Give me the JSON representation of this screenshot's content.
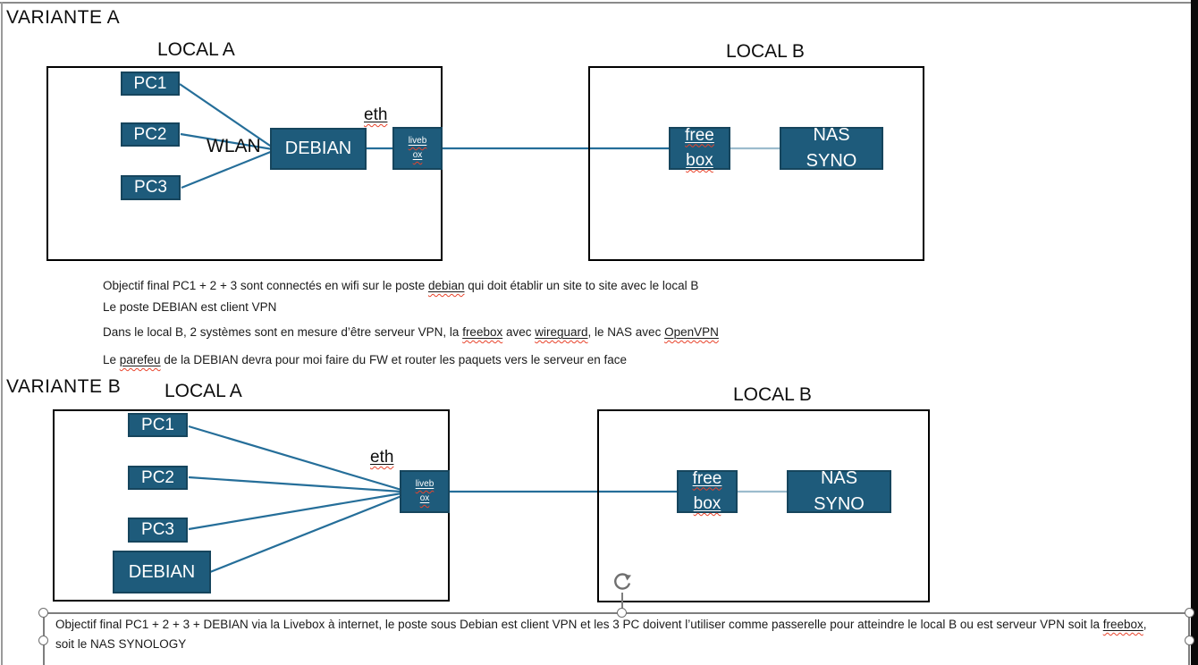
{
  "colors": {
    "node_fill": "#1E5B7B",
    "node_border": "#16455D",
    "connector": "#256E99",
    "connector_light": "#9cbccd",
    "squiggle": "#e8442c",
    "selection": "#7e7e7e"
  },
  "variant_a": {
    "title": "VARIANTE A",
    "local_a": {
      "label": "LOCAL A",
      "pc1": "PC1",
      "pc2": "PC2",
      "pc3": "PC3",
      "debian": "DEBIAN",
      "wlan_label": "WLAN",
      "eth_label": [
        {
          "t": "eth",
          "m": true
        }
      ],
      "livebox_line1": [
        {
          "t": "liveb",
          "m": true
        }
      ],
      "livebox_line2": [
        {
          "t": "ox",
          "m": true
        }
      ]
    },
    "local_b": {
      "label": "LOCAL B",
      "freebox_line1": [
        {
          "t": "free",
          "m": true
        }
      ],
      "freebox_line2": [
        {
          "t": "box",
          "m": true
        }
      ],
      "nas_line1": "NAS",
      "nas_line2": "SYNO"
    }
  },
  "notes": {
    "line1": [
      {
        "t": "Objectif final PC1 + 2 + 3 sont connectés en wifi sur le poste "
      },
      {
        "t": "debian",
        "m": true
      },
      {
        "t": " qui doit établir un site to site avec le local B"
      }
    ],
    "line2": "Le poste DEBIAN est client VPN",
    "line3": [
      {
        "t": "Dans le local B, 2 systèmes sont en mesure d’être serveur VPN, la "
      },
      {
        "t": "freebox",
        "m": true
      },
      {
        "t": " avec "
      },
      {
        "t": "wireguard",
        "m": true
      },
      {
        "t": ", le NAS avec "
      },
      {
        "t": "OpenVPN",
        "m": true
      }
    ],
    "line4": [
      {
        "t": "Le "
      },
      {
        "t": "parefeu",
        "m": true
      },
      {
        "t": " de la DEBIAN devra pour moi faire du FW et router les paquets vers le serveur en face"
      }
    ]
  },
  "variant_b": {
    "title": "VARIANTE B",
    "local_a": {
      "label": "LOCAL A",
      "pc1": "PC1",
      "pc2": "PC2",
      "pc3": "PC3",
      "debian": "DEBIAN",
      "eth_label": [
        {
          "t": "eth",
          "m": true
        }
      ],
      "livebox_line1": [
        {
          "t": "liveb",
          "m": true
        }
      ],
      "livebox_line2": [
        {
          "t": "ox",
          "m": true
        }
      ]
    },
    "local_b": {
      "label": "LOCAL B",
      "freebox_line1": [
        {
          "t": "free",
          "m": true
        }
      ],
      "freebox_line2": [
        {
          "t": "box",
          "m": true
        }
      ],
      "nas_line1": "NAS",
      "nas_line2": "SYNO"
    }
  },
  "bottom_note": {
    "line1": [
      {
        "t": "Objectif final PC1 + 2 + 3 + DEBIAN via la Livebox à internet, le poste sous Debian est client VPN et les 3 PC doivent l’utiliser comme passerelle pour atteindre le local B ou est serveur VPN soit la "
      },
      {
        "t": "freebox",
        "m": true
      },
      {
        "t": ","
      }
    ],
    "line2": "soit le NAS SYNOLOGY"
  }
}
